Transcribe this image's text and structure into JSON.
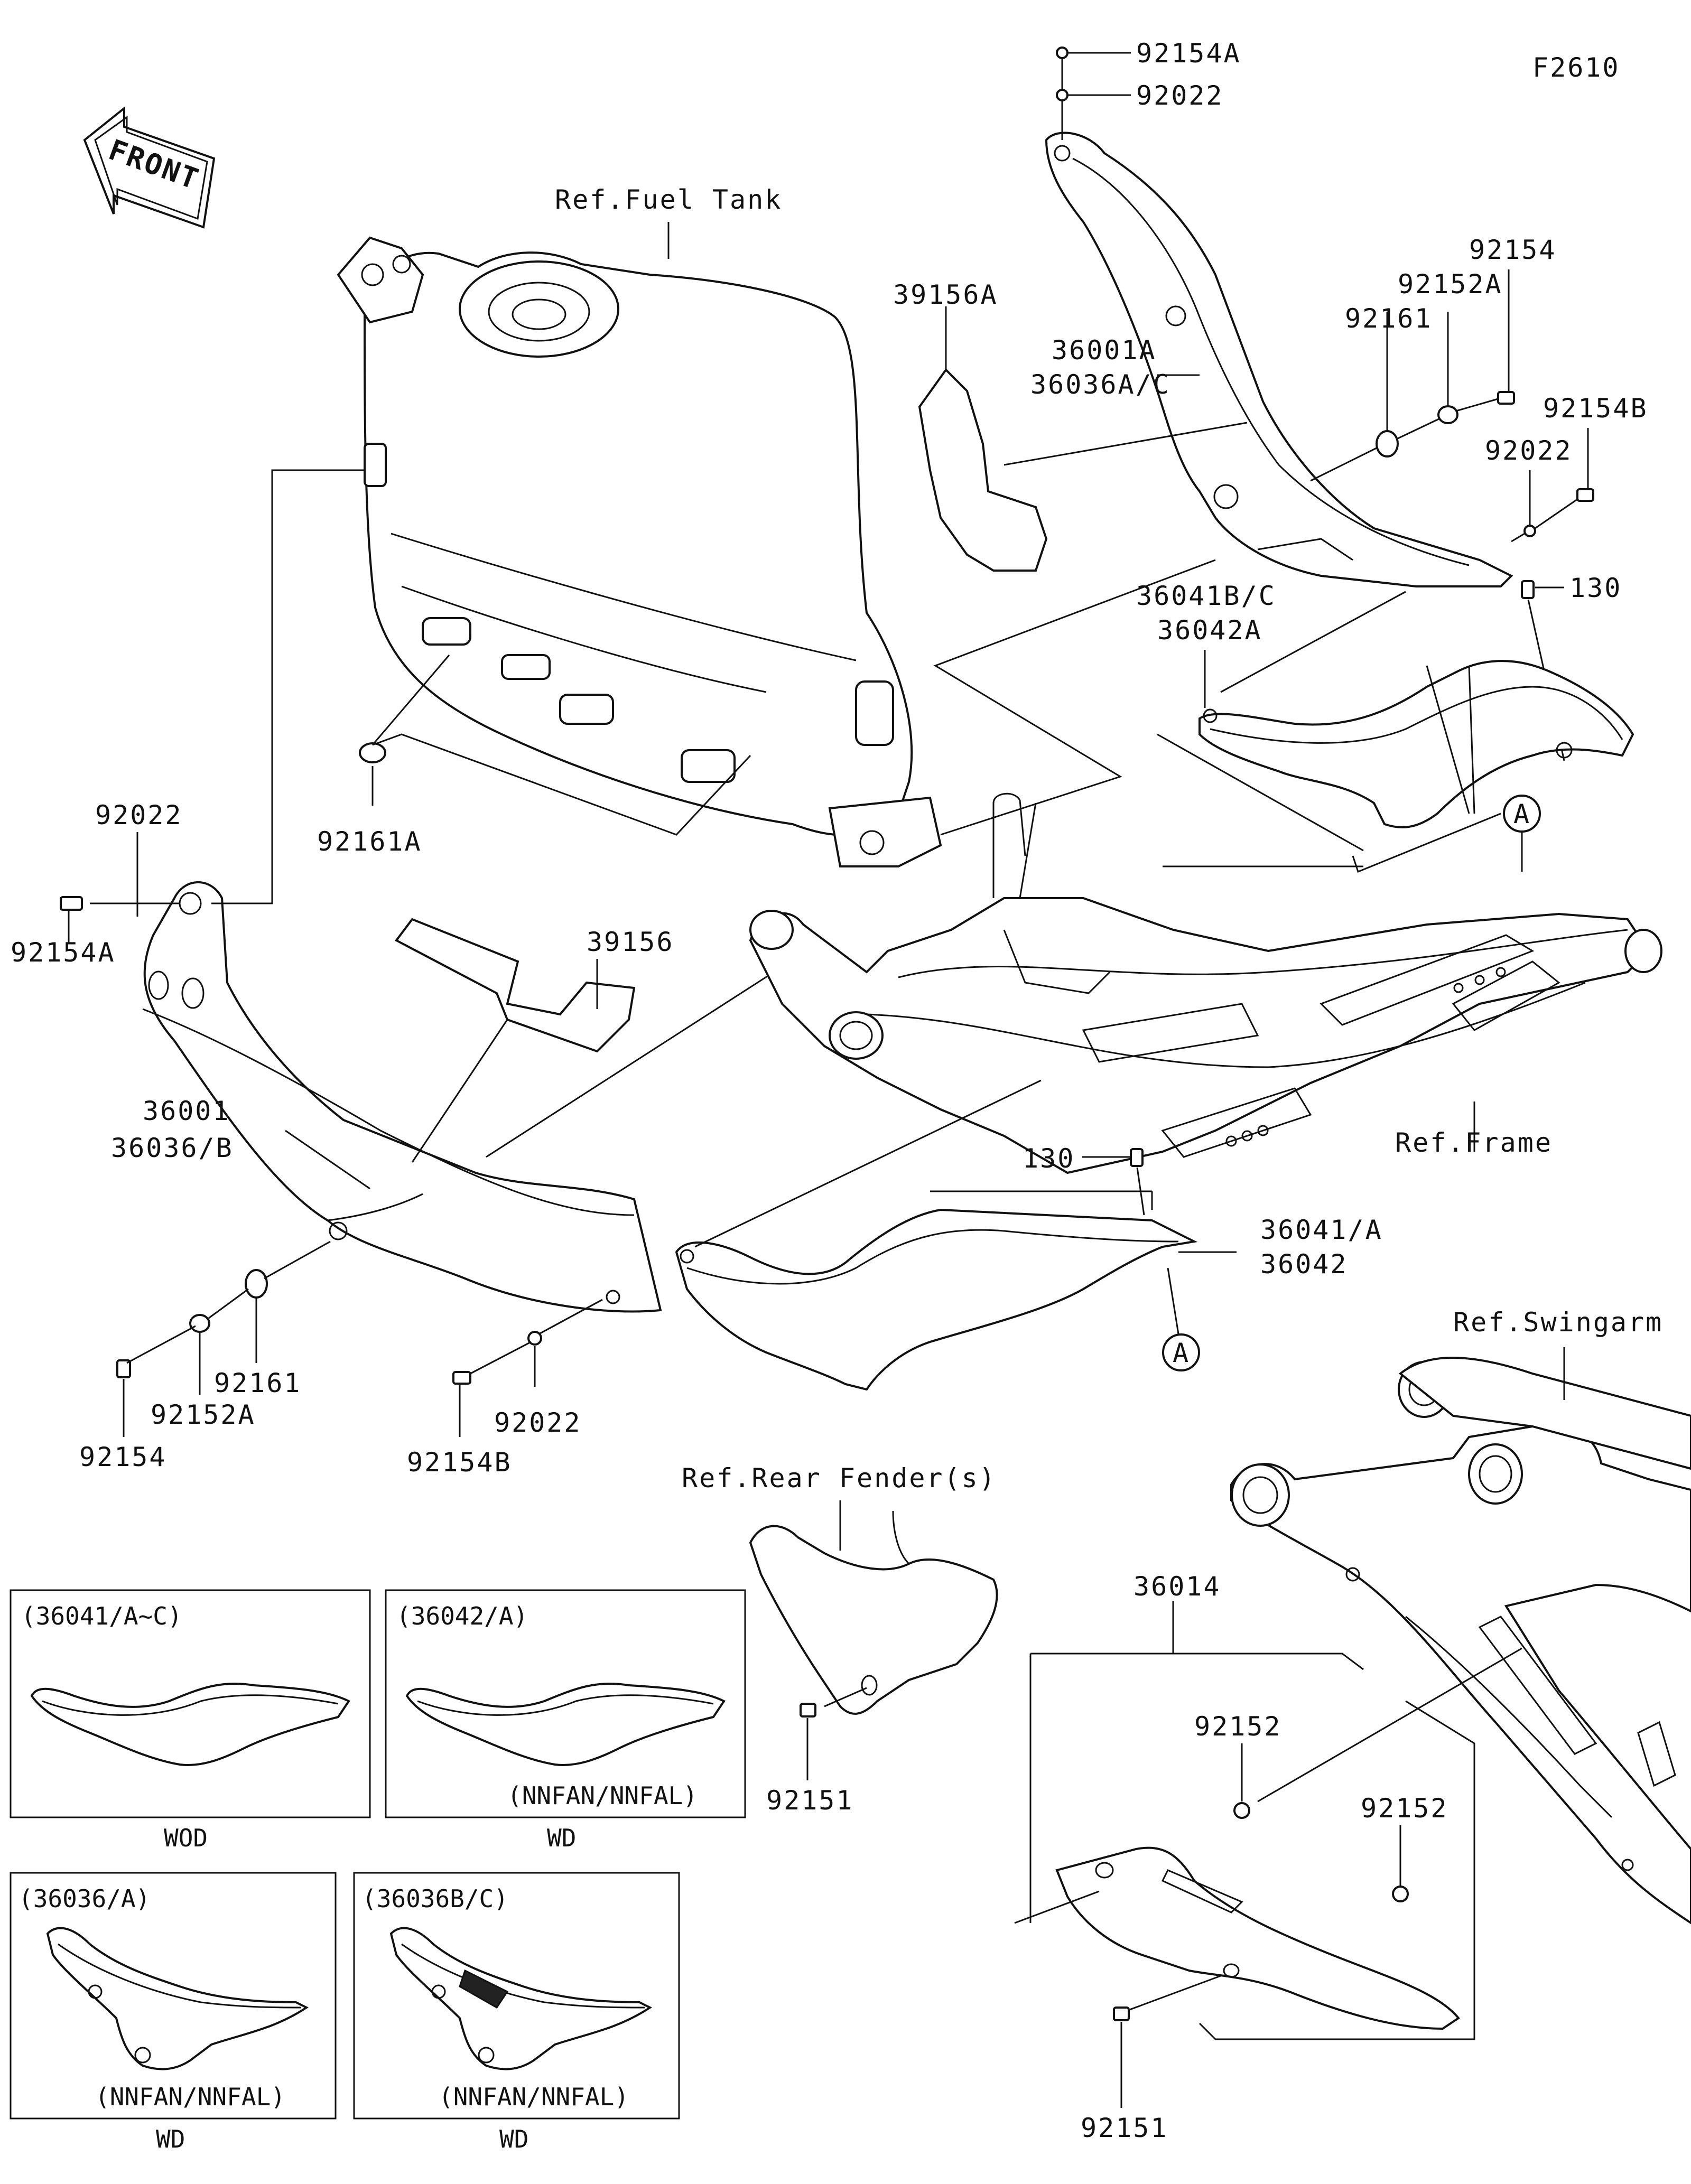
{
  "figure_code": "F2610",
  "front_label": "FRONT",
  "refs": {
    "fuel_tank": "Ref.Fuel Tank",
    "frame": "Ref.Frame",
    "swingarm": "Ref.Swingarm",
    "rear_fender": "Ref.Rear Fender(s)"
  },
  "marker": "A",
  "parts": {
    "p92154A_top": "92154A",
    "p92022_top": "92022",
    "p92154_right": "92154",
    "p92152A_right": "92152A",
    "p92161_right": "92161",
    "p39156A": "39156A",
    "p36001A": "36001A",
    "p36036AC": "36036A/C",
    "p92154B_right": "92154B",
    "p92022_right": "92022",
    "p130_right": "130",
    "p36041BC": "36041B/C",
    "p36042A": "36042A",
    "p92161A": "92161A",
    "p92022_left": "92022",
    "p92154A_left": "92154A",
    "p39156": "39156",
    "p36001": "36001",
    "p36036B": "36036/B",
    "p130_center": "130",
    "p36041A": "36041/A",
    "p36042": "36042",
    "p92161_left": "92161",
    "p92152A_left": "92152A",
    "p92154_left": "92154",
    "p92022_bottom": "92022",
    "p92154B_bottom": "92154B",
    "p92151_center": "92151",
    "p36014": "36014",
    "p92152_a": "92152",
    "p92152_b": "92152",
    "p92151_bottom": "92151"
  },
  "insets": [
    {
      "header": "(36041/A~C)",
      "note": "",
      "footer": "WOD"
    },
    {
      "header": "(36042/A)",
      "note": "(NNFAN/NNFAL)",
      "footer": "WD"
    },
    {
      "header": "(36036/A)",
      "note": "(NNFAN/NNFAL)",
      "footer": "WD"
    },
    {
      "header": "(36036B/C)",
      "note": "(NNFAN/NNFAL)",
      "footer": "WD"
    }
  ]
}
